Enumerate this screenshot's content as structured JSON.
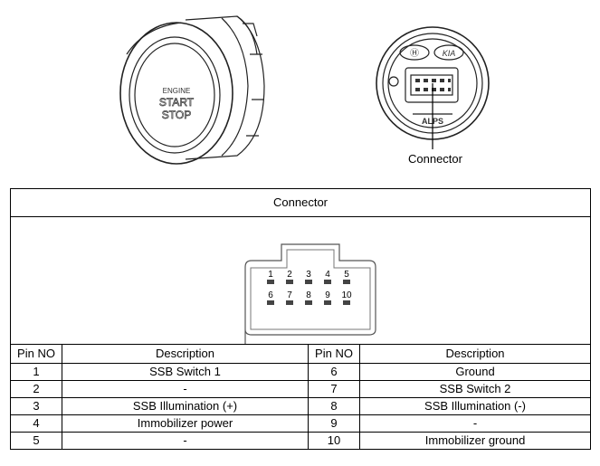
{
  "button_face": {
    "line1": "ENGINE",
    "line2": "START",
    "line3": "STOP"
  },
  "connector_face": {
    "maker_mark": "ALPS",
    "brand_left": "Ⓗ",
    "brand_right": "KIA"
  },
  "connector_caption": "Connector",
  "table": {
    "title": "Connector",
    "headers": {
      "pin_left": "Pin NO",
      "desc_left": "Description",
      "pin_right": "Pin NO",
      "desc_right": "Description"
    },
    "pin_numbers_top": [
      "1",
      "2",
      "3",
      "4",
      "5"
    ],
    "pin_numbers_bottom": [
      "6",
      "7",
      "8",
      "9",
      "10"
    ],
    "rows": [
      {
        "pin_a": "1",
        "desc_a": "SSB Switch 1",
        "pin_b": "6",
        "desc_b": "Ground"
      },
      {
        "pin_a": "2",
        "desc_a": "-",
        "pin_b": "7",
        "desc_b": "SSB Switch 2"
      },
      {
        "pin_a": "3",
        "desc_a": "SSB Illumination (+)",
        "pin_b": "8",
        "desc_b": "SSB Illumination (-)"
      },
      {
        "pin_a": "4",
        "desc_a": "Immobilizer power",
        "pin_b": "9",
        "desc_b": "-"
      },
      {
        "pin_a": "5",
        "desc_a": "-",
        "pin_b": "10",
        "desc_b": "Immobilizer ground"
      }
    ]
  }
}
